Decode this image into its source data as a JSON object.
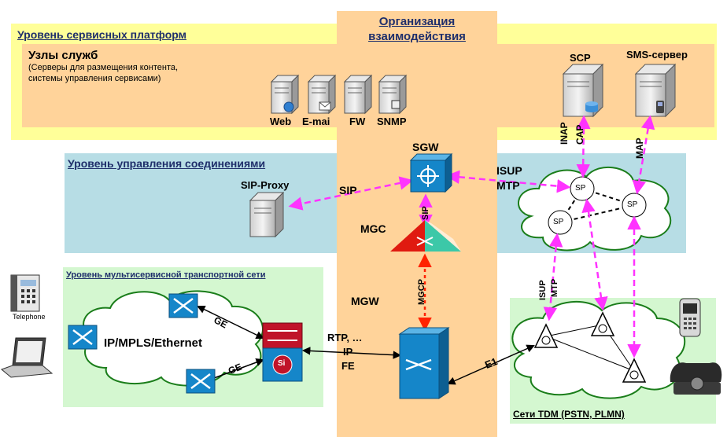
{
  "center_column": {
    "title_line1": "Организация",
    "title_line2": "взаимодействия"
  },
  "service_level": {
    "title": "Уровень сервисных платформ",
    "nodes_title": "Узлы служб",
    "nodes_subtitle_line1": "(Серверы для размещения контента,",
    "nodes_subtitle_line2": "системы управления сервисами)",
    "servers": [
      "Web",
      "E-mai",
      "FW",
      "SNMP"
    ],
    "scp": "SCP",
    "sms": "SMS-сервер",
    "inap": "INAP",
    "cap": "CAP",
    "map": "MAP"
  },
  "control_level": {
    "title": "Уровень управления соединениями",
    "sip_proxy": "SIP-Proxy",
    "sgw": "SGW",
    "mgc": "MGC",
    "sip_h": "SIP",
    "sip_v": "SIP",
    "isup": "ISUP",
    "mtp": "MTP",
    "sp": [
      "SP",
      "SP",
      "SP"
    ]
  },
  "transport_level": {
    "title": "Уровень мультисервисной транспортной сети",
    "cloud": "IP/MPLS/Ethernet",
    "ge1": "GE",
    "ge2": "GE",
    "mgw": "MGW",
    "mgcp": "MGCP",
    "rtp": "RTP, …",
    "ip": "IP",
    "fe": "FE",
    "e1": "E1",
    "isup": "ISUP",
    "mtp": "MTP",
    "tdm": "Сети TDM (PSTN, PLMN)",
    "telephone": "Telephone",
    "si": "Si"
  },
  "colors": {
    "orange": "#ffd39a",
    "yellow": "#ffff99",
    "blue": "#b7dde5",
    "green": "#d4f7d0",
    "magenta": "#ff33ff",
    "red": "#ff2200",
    "cisco": "#1586c9"
  }
}
